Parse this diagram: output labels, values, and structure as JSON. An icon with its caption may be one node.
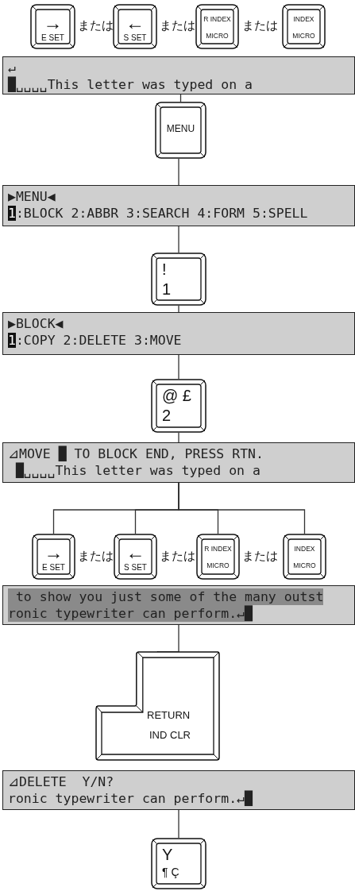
{
  "diagram": {
    "nodes": [
      {
        "text": [
          "→",
          "E SET"
        ]
      },
      {
        "text": [
          "←",
          "S SET"
        ]
      },
      {
        "text": [
          "R INDEX",
          "MICRO"
        ]
      },
      {
        "text": [
          "INDEX",
          "MICRO"
        ]
      },
      {
        "text": [
          "↵",
          "█␣␣␣␣This letter was typed on a"
        ]
      },
      {
        "text": [
          "MENU"
        ]
      },
      {
        "text": [
          "▶MENU◀",
          "1:BLOCK 2:ABBR 3:SEARCH 4:FORM 5:SPELL"
        ]
      },
      {
        "text": [
          "!",
          "1"
        ]
      },
      {
        "text": [
          "▶BLOCK◀",
          "1:COPY 2:DELETE 3:MOVE"
        ]
      },
      {
        "text": [
          "@ £",
          "2"
        ]
      },
      {
        "text": [
          "⊿MOVE █ TO BLOCK END, PRESS RTN.",
          " █␣␣␣␣This letter was typed on a"
        ]
      },
      {
        "text": [
          "→",
          "E SET"
        ]
      },
      {
        "text": [
          "←",
          "S SET"
        ]
      },
      {
        "text": [
          "R INDEX",
          "MICRO"
        ]
      },
      {
        "text": [
          "INDEX",
          "MICRO"
        ]
      },
      {
        "text": [
          " to show you just some of the many outst",
          "ronic typewriter can perform.↵█"
        ]
      },
      {
        "text": [
          "RETURN",
          "IND CLR"
        ]
      },
      {
        "text": [
          "⊿DELETE  Y/N?",
          "ronic typewriter can perform.↵█"
        ]
      },
      {
        "text": [
          "Y",
          "¶ Ç"
        ]
      }
    ],
    "edges": [
      {
        "from": 4,
        "to": 5,
        "arrow": "none"
      },
      {
        "from": 5,
        "to": 6,
        "arrow": "none"
      },
      {
        "from": 6,
        "to": 7,
        "arrow": "none"
      },
      {
        "from": 7,
        "to": 8,
        "arrow": "none"
      },
      {
        "from": 8,
        "to": 9,
        "arrow": "none"
      },
      {
        "from": 9,
        "to": 10,
        "arrow": "none"
      },
      {
        "from": 10,
        "to": 11,
        "arrow": "none"
      },
      {
        "from": 10,
        "to": 12,
        "arrow": "none"
      },
      {
        "from": 10,
        "to": 13,
        "arrow": "none"
      },
      {
        "from": 10,
        "to": 14,
        "arrow": "none"
      },
      {
        "from": 15,
        "to": 16,
        "arrow": "none"
      },
      {
        "from": 17,
        "to": 18,
        "arrow": "none"
      }
    ],
    "labels": [
      "または",
      "または",
      "または",
      "または",
      "または",
      "または"
    ]
  }
}
